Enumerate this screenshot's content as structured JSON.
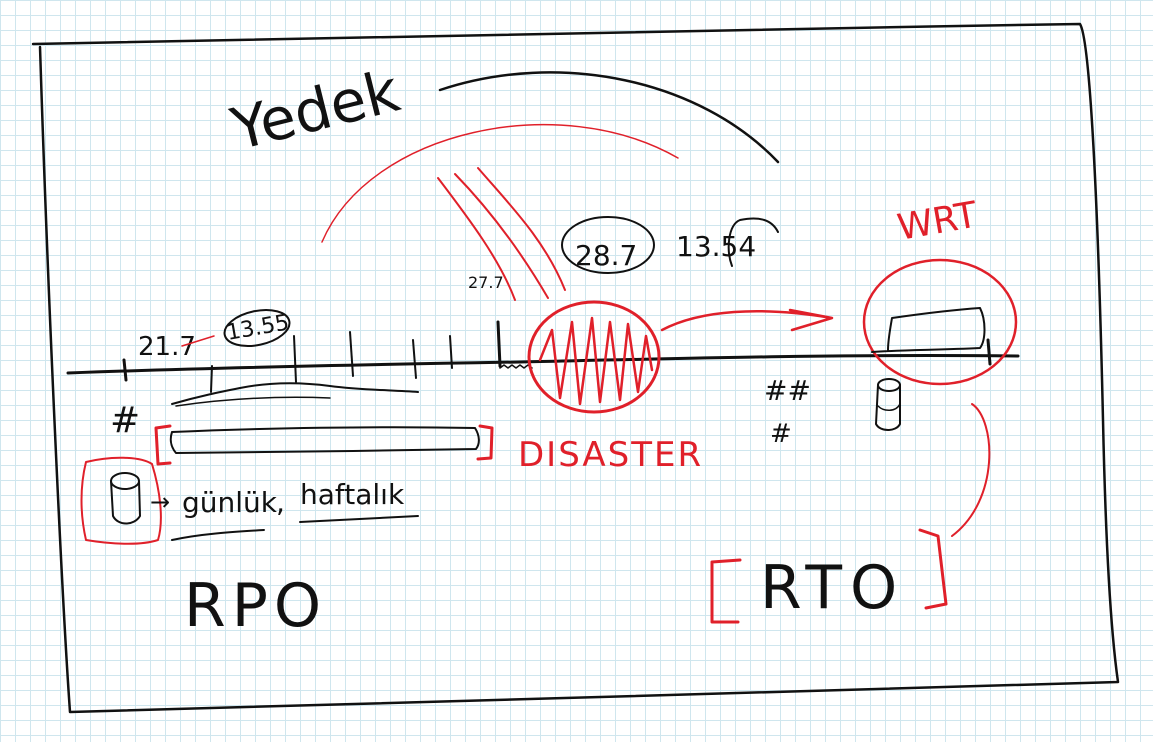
{
  "colors": {
    "ink": "#111111",
    "red": "#e0202a",
    "grid": "#cfe6ee",
    "paper": "#ffffff"
  },
  "labels": {
    "title": "Yedek",
    "date_start": "21.7",
    "time_start": "13.55",
    "date_disaster": "27.7",
    "date_recover": "28.7",
    "time_recover": "13.54",
    "hash_left": "#",
    "hash_right_top": "##",
    "hash_right_bottom": "#",
    "disaster": "DISASTER",
    "wrt": "WRT",
    "daily": "günlük",
    "comma": ",",
    "weekly": "haftalık",
    "arrow": "→",
    "rpo": "RPO",
    "rto": "RTO"
  },
  "icons": [
    "database-icon-left",
    "database-icon-right",
    "red-scribble-disaster",
    "arrow-to-wrt"
  ]
}
